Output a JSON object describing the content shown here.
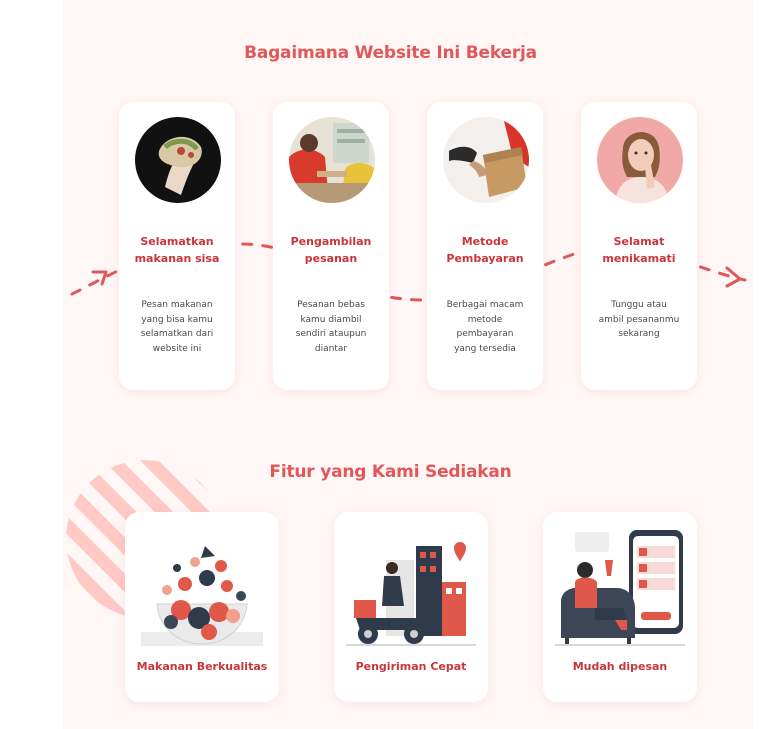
{
  "how_section": {
    "title": "Bagaimana Website Ini Bekerja",
    "steps": [
      {
        "title": "Selamatkan\nmakanan sisa",
        "desc": "Pesan makanan\nyang bisa kamu\nselamatkan dari\nwebsite ini",
        "photo": "taco-hand-photo"
      },
      {
        "title": "Pengambilan\npesanan",
        "desc": "Pesanan bebas\nkamu  diambil\nsendiri ataupun\ndiantar",
        "photo": "counter-pickup-photo"
      },
      {
        "title": "Metode\nPembayaran",
        "desc": "Berbagai macam\nmetode\npembayaran\nyang tersedia",
        "photo": "card-payment-photo"
      },
      {
        "title": "Selamat\nmenikamati",
        "desc": "Tunggu atau\nambil pesananmu\nsekarang",
        "photo": "woman-thinking-photo"
      }
    ]
  },
  "features_section": {
    "title": "Fitur yang Kami Sediakan",
    "features": [
      {
        "label": "Makanan Berkualitas",
        "illustration": "food-bowl-illustration"
      },
      {
        "label": "Pengiriman Cepat",
        "illustration": "scooter-delivery-illustration"
      },
      {
        "label": "Mudah dipesan",
        "illustration": "mobile-order-illustration"
      }
    ]
  },
  "colors": {
    "accent": "#e0585a",
    "title_red": "#c8353b",
    "panel_bg": "#fff7f6",
    "stripe": "#ffc9c6"
  }
}
